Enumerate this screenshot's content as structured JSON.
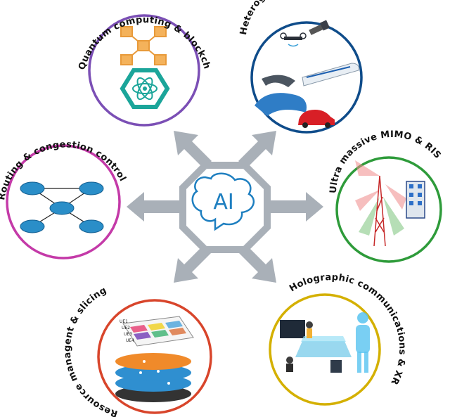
{
  "center": {
    "label": "AI"
  },
  "nodes": [
    {
      "id": "quantum",
      "label": "Quantum computing & blockchain",
      "color": "#7b4fb5"
    },
    {
      "id": "hetnet",
      "label": "Heterogeneous networks",
      "color": "#0f4c8a"
    },
    {
      "id": "mimo",
      "label": "Ultra massive MIMO & RIS",
      "color": "#2e9b3a"
    },
    {
      "id": "holo",
      "label": "Holographic communications & XR",
      "color": "#d4b000"
    },
    {
      "id": "resource",
      "label": "Resource managent & slicing",
      "color": "#d8452b"
    },
    {
      "id": "routing",
      "label": "Routing & congestion control",
      "color": "#c43aa8"
    }
  ],
  "slicing_labels": [
    "UE1",
    "UE2",
    "UE3",
    "UE4"
  ],
  "colors": {
    "arrow": "#a9b0b8",
    "ai_blue": "#1e7fc0"
  }
}
